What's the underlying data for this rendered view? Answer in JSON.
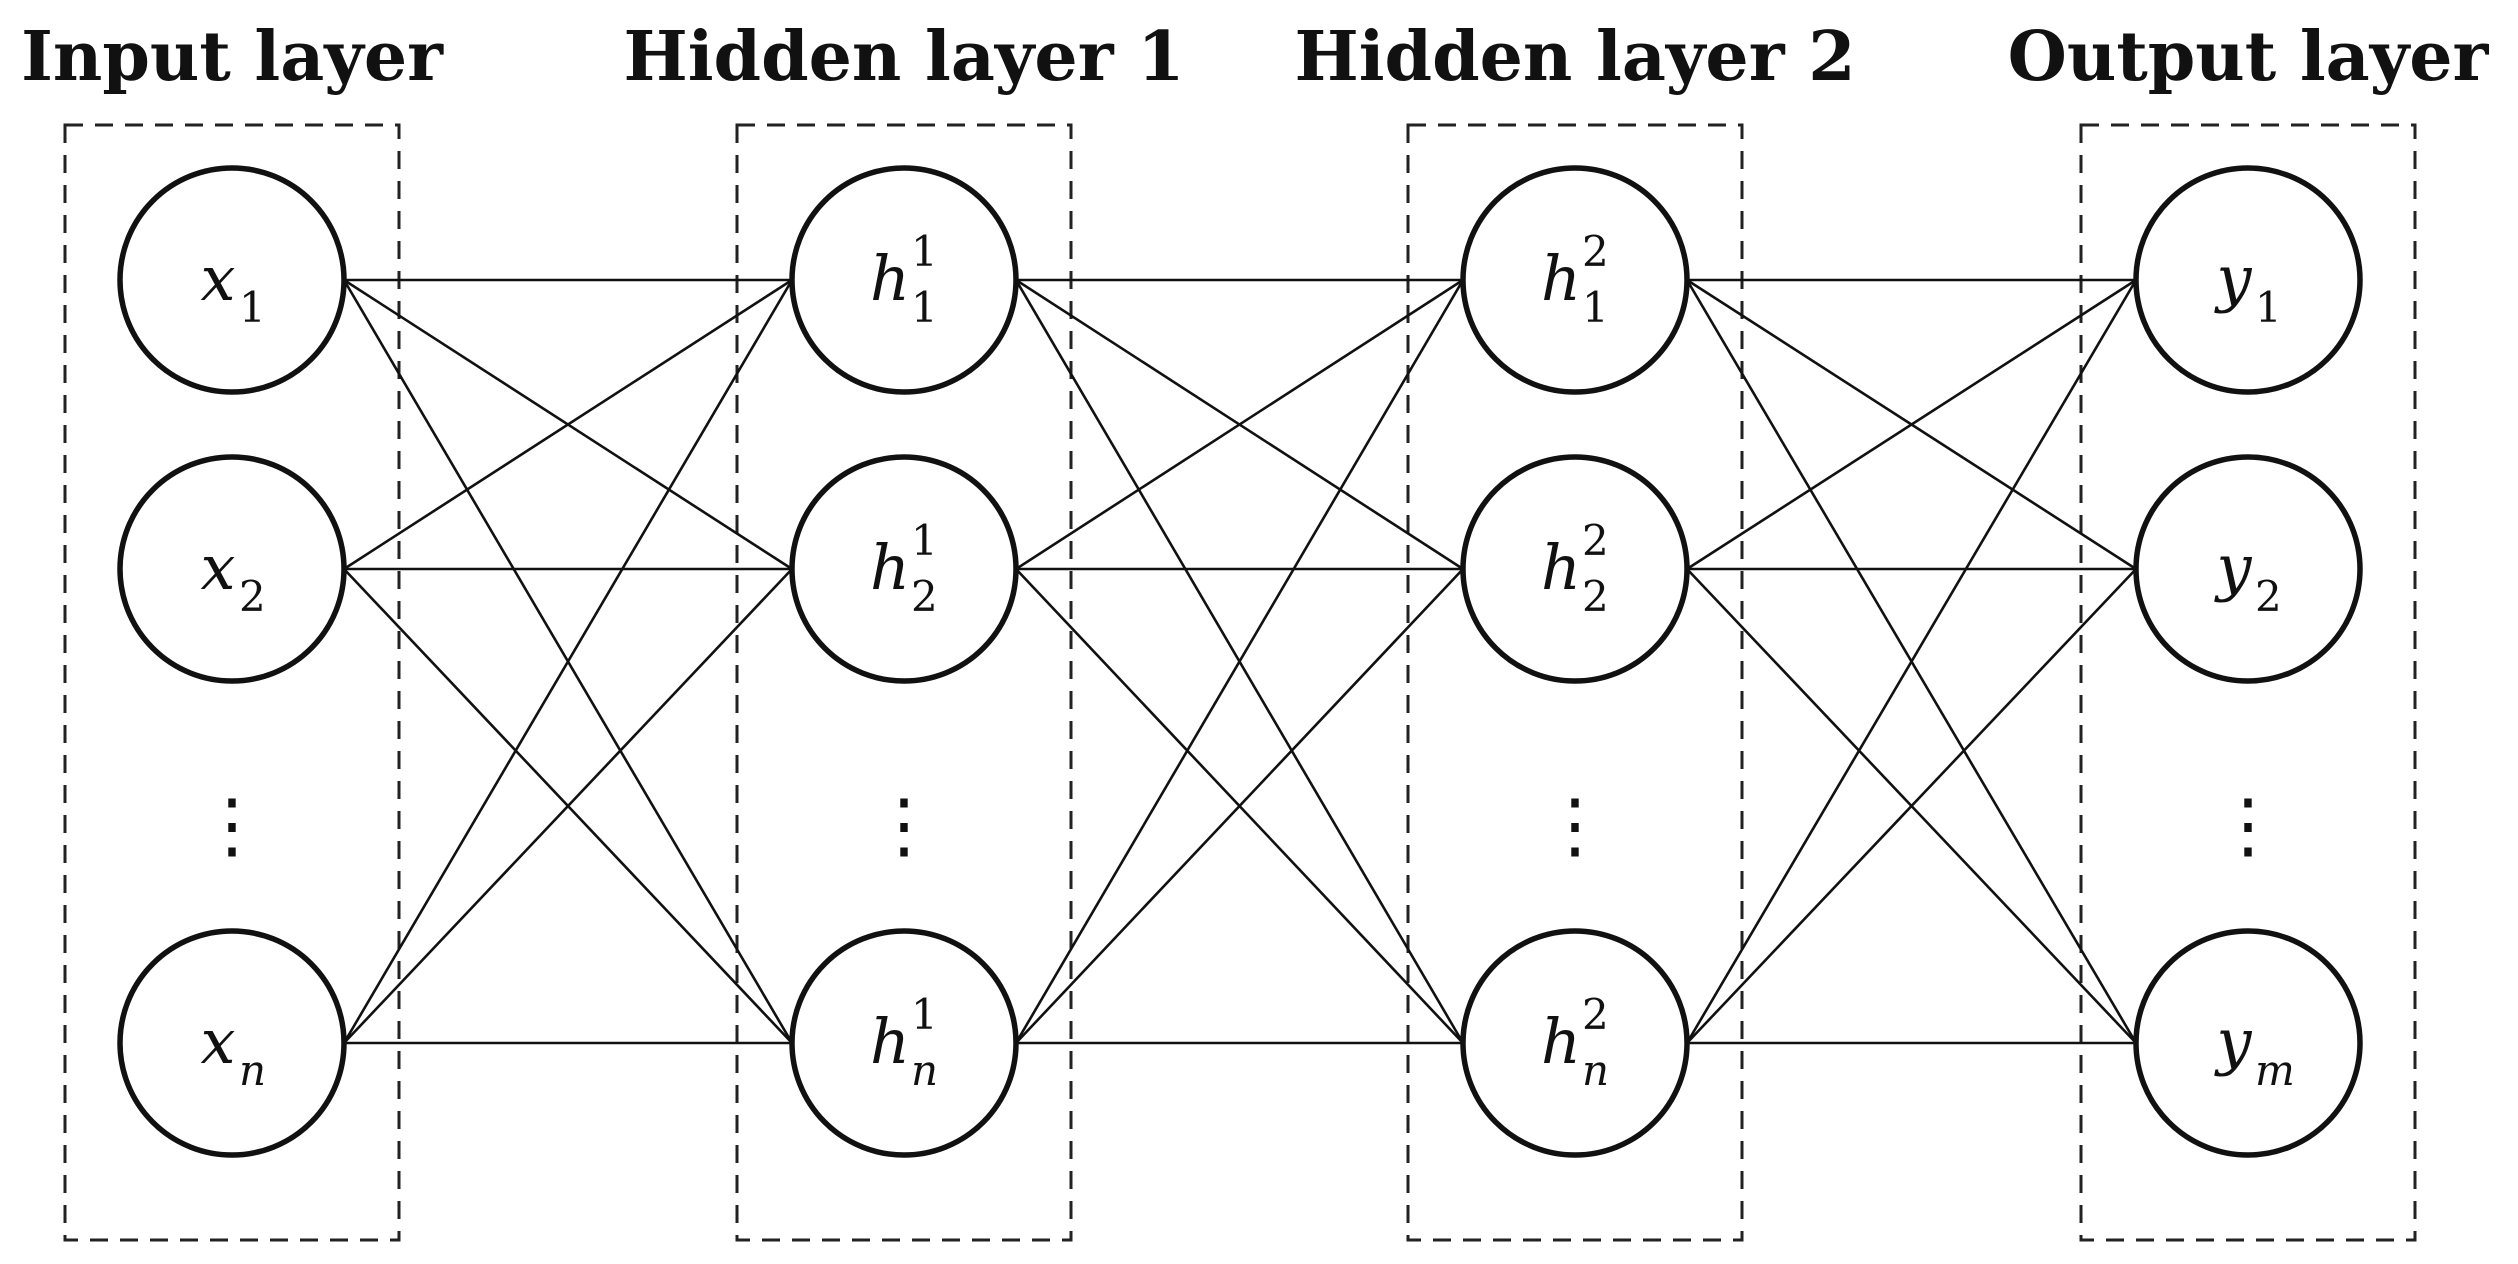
{
  "layers": [
    {
      "title": "Input layer",
      "nodes": [
        {
          "base": "x",
          "sub": "1",
          "sup": ""
        },
        {
          "base": "x",
          "sub": "2",
          "sup": ""
        },
        {
          "base": "x",
          "sub": "n",
          "sup": ""
        }
      ],
      "ellipsis": "⋮"
    },
    {
      "title": "Hidden layer 1",
      "nodes": [
        {
          "base": "h",
          "sub": "1",
          "sup": "1"
        },
        {
          "base": "h",
          "sub": "2",
          "sup": "1"
        },
        {
          "base": "h",
          "sub": "n",
          "sup": "1"
        }
      ],
      "ellipsis": "⋮"
    },
    {
      "title": "Hidden layer 2",
      "nodes": [
        {
          "base": "h",
          "sub": "1",
          "sup": "2"
        },
        {
          "base": "h",
          "sub": "2",
          "sup": "2"
        },
        {
          "base": "h",
          "sub": "n",
          "sup": "2"
        }
      ],
      "ellipsis": "⋮"
    },
    {
      "title": "Output layer",
      "nodes": [
        {
          "base": "y",
          "sub": "1",
          "sup": ""
        },
        {
          "base": "y",
          "sub": "2",
          "sup": ""
        },
        {
          "base": "y",
          "sub": "m",
          "sup": ""
        }
      ],
      "ellipsis": "⋮"
    }
  ],
  "connectivity": "fully-connected"
}
